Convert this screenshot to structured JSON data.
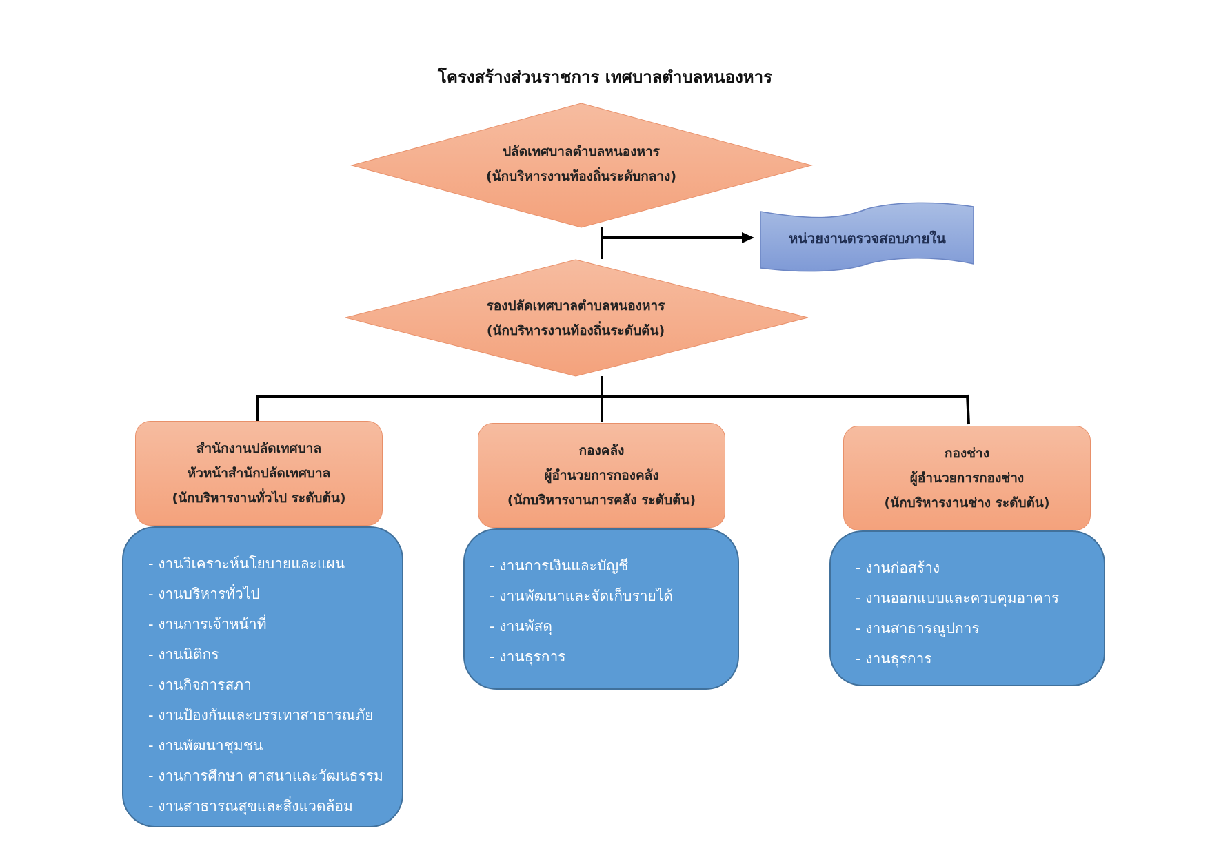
{
  "title": "โครงสร้างส่วนราชการ เทศบาลตำบลหนองหาร",
  "top_node": {
    "line1": "ปลัดเทศบาลตำบลหนองหาร",
    "line2": "(นักบริหารงานท้องถิ่นระดับกลาง)"
  },
  "audit_unit": {
    "label": "หน่วยงานตรวจสอบภายใน"
  },
  "deputy_node": {
    "line1": "รองปลัดเทศบาลตำบลหนองหาร",
    "line2": "(นักบริหารงานท้องถิ่นระดับต้น)"
  },
  "divisions": [
    {
      "line1": "สำนักงานปลัดเทศบาล",
      "line2": "หัวหน้าสำนักปลัดเทศบาล",
      "line3": "(นักบริหารงานทั่วไป ระดับต้น)",
      "tasks": [
        "- งานวิเคราะห์นโยบายและแผน",
        "- งานบริหารทั่วไป",
        "- งานการเจ้าหน้าที่",
        "- งานนิติกร",
        "- งานกิจการสภา",
        "- งานป้องกันและบรรเทาสาธารณภัย",
        "- งานพัฒนาชุมชน",
        "- งานการศึกษา ศาสนาและวัฒนธรรม",
        "- งานสาธารณสุขและสิ่งแวดล้อม"
      ]
    },
    {
      "line1": "กองคลัง",
      "line2": "ผู้อำนวยการกองคลัง",
      "line3": "(นักบริหารงานการคลัง ระดับต้น)",
      "tasks": [
        "- งานการเงินและบัญชี",
        "- งานพัฒนาและจัดเก็บรายได้",
        "- งานพัสดุ",
        "- งานธุรการ"
      ]
    },
    {
      "line1": "กองช่าง",
      "line2": "ผู้อำนวยการกองช่าง",
      "line3": "(นักบริหารงานช่าง ระดับต้น)",
      "tasks": [
        "- งานก่อสร้าง",
        "- งานออกแบบและควบคุมอาคาร",
        "- งานสาธารณูปการ",
        "- งานธุรการ"
      ]
    }
  ],
  "colors": {
    "salmon_top": "#f6bca0",
    "salmon_bottom": "#f4a27c",
    "blue_box": "#5b9bd5",
    "audit_fill": "#8faadc",
    "connector": "#000000"
  }
}
